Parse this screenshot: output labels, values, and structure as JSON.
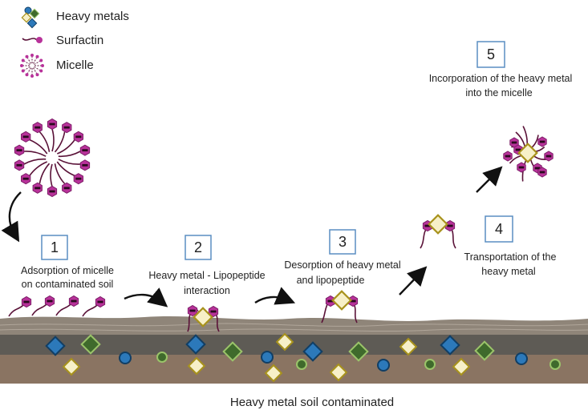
{
  "legend": {
    "heavy_metals": "Heavy metals",
    "surfactin": "Surfactin",
    "micelle": "Micelle"
  },
  "steps": [
    {
      "number": "1",
      "caption_lines": [
        "Adsorption of micelle",
        "on contaminated soil"
      ]
    },
    {
      "number": "2",
      "caption_lines": [
        "Heavy metal - Lipopeptide",
        "interaction"
      ]
    },
    {
      "number": "3",
      "caption_lines": [
        "Desorption of heavy metal",
        "and lipopeptide"
      ]
    },
    {
      "number": "4",
      "caption_lines": [
        "Transportation of the",
        "heavy metal"
      ]
    },
    {
      "number": "5",
      "caption_lines": [
        "Incorporation of the heavy metal",
        "into the micelle"
      ]
    }
  ],
  "footer": {
    "title": "Heavy metal soil contaminated"
  },
  "colors": {
    "headgroup": "#b8329a",
    "tail": "#5a1238",
    "box_border": "#5a8ec2",
    "soil_top": "#8f8579",
    "soil_mid": "#5e5b55",
    "soil_bottom": "#8a7462",
    "metal_blue": "#2c79ba",
    "metal_green": "#3f6a2c",
    "metal_yellow": "#f7f0c8",
    "metal_yellow_border": "#a8921c"
  }
}
